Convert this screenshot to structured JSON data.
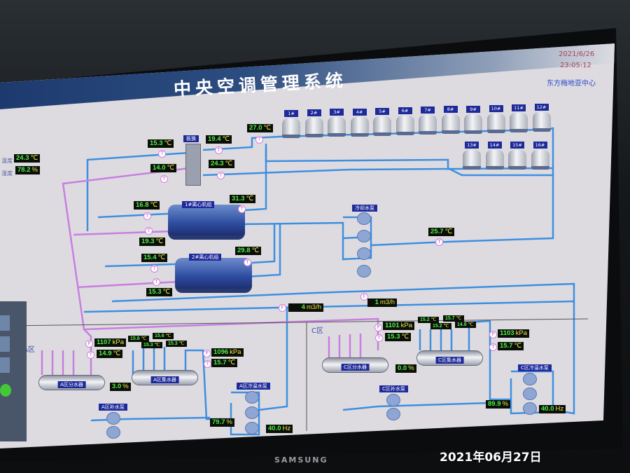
{
  "header": {
    "title": "中央空调管理系统",
    "date": "2021/6/26",
    "time": "23:05:12",
    "org": "东方梅地亚中心"
  },
  "env": {
    "temp_label": "温度",
    "temp": "24.3",
    "humidity_label": "湿度",
    "humidity": "78.2"
  },
  "units": {
    "c": "℃",
    "pct": "%",
    "kpa": "kPa",
    "flow": "m3/h",
    "hz": "Hz"
  },
  "sensor": {
    "t": "T",
    "p": "P",
    "f": "F"
  },
  "plant": {
    "plate_hx_label": "板换",
    "hx_in": "15.3",
    "hx_out_top": "19.4",
    "tower_supply": "27.0",
    "hx_return": "14.0",
    "hx_out_bottom": "24.3",
    "chiller1_label": "1#离心机组",
    "ch1_evap_out": "16.8",
    "ch1_cond_out": "31.3",
    "ch1_evap_in": "19.3",
    "chiller2_label": "2#离心机组",
    "ch2_evap_out": "15.4",
    "ch2_cond_out": "29.8",
    "ch2_evap_in": "15.3",
    "cooling_pump_label": "冷却水泵",
    "cooling_return": "25.7",
    "flow1": "4",
    "flow2": "1"
  },
  "towers": [
    "1#",
    "2#",
    "3#",
    "4#",
    "5#",
    "6#",
    "7#",
    "8#",
    "9#",
    "10#",
    "11#",
    "12#",
    "13#",
    "14#",
    "15#",
    "16#"
  ],
  "zone_a": {
    "label": "A区",
    "supply_pressure": "1107",
    "supply_temp": "14.9",
    "branch_temps": [
      "15.6",
      "15.6",
      "15.3",
      "15.3"
    ],
    "return_pressure": "1096",
    "return_temp": "15.7",
    "dist_label": "A区分水器",
    "coll_label": "A区集水器",
    "bypass_valve": "3.0",
    "chw_pump_label": "A区冷温水泵",
    "makeup_pump_label": "A区补水泵",
    "pump_valve": "79.7",
    "freq": "40.0"
  },
  "zone_c": {
    "label": "C区",
    "supply_pressure": "1101",
    "supply_temp": "15.3",
    "branch_temps": [
      "15.2",
      "15.7",
      "15.2",
      "14.8"
    ],
    "return_pressure": "1103",
    "return_temp": "15.7",
    "dist_label": "C区分水器",
    "coll_label": "C区集水器",
    "bypass_valve": "0.0",
    "chw_pump_label": "C区冷温水泵",
    "makeup_pump_label": "C区补水泵",
    "pump_valve": "89.9",
    "freq": "40.0"
  },
  "monitor": {
    "brand": "SAMSUNG"
  },
  "photo_stamp": "2021年06月27日",
  "colors": {
    "pipe_blue": "#3d8fe0",
    "pipe_magenta": "#c77fe0",
    "readout_green": "#52ef4a",
    "header_blue": "#1d3a6e"
  }
}
